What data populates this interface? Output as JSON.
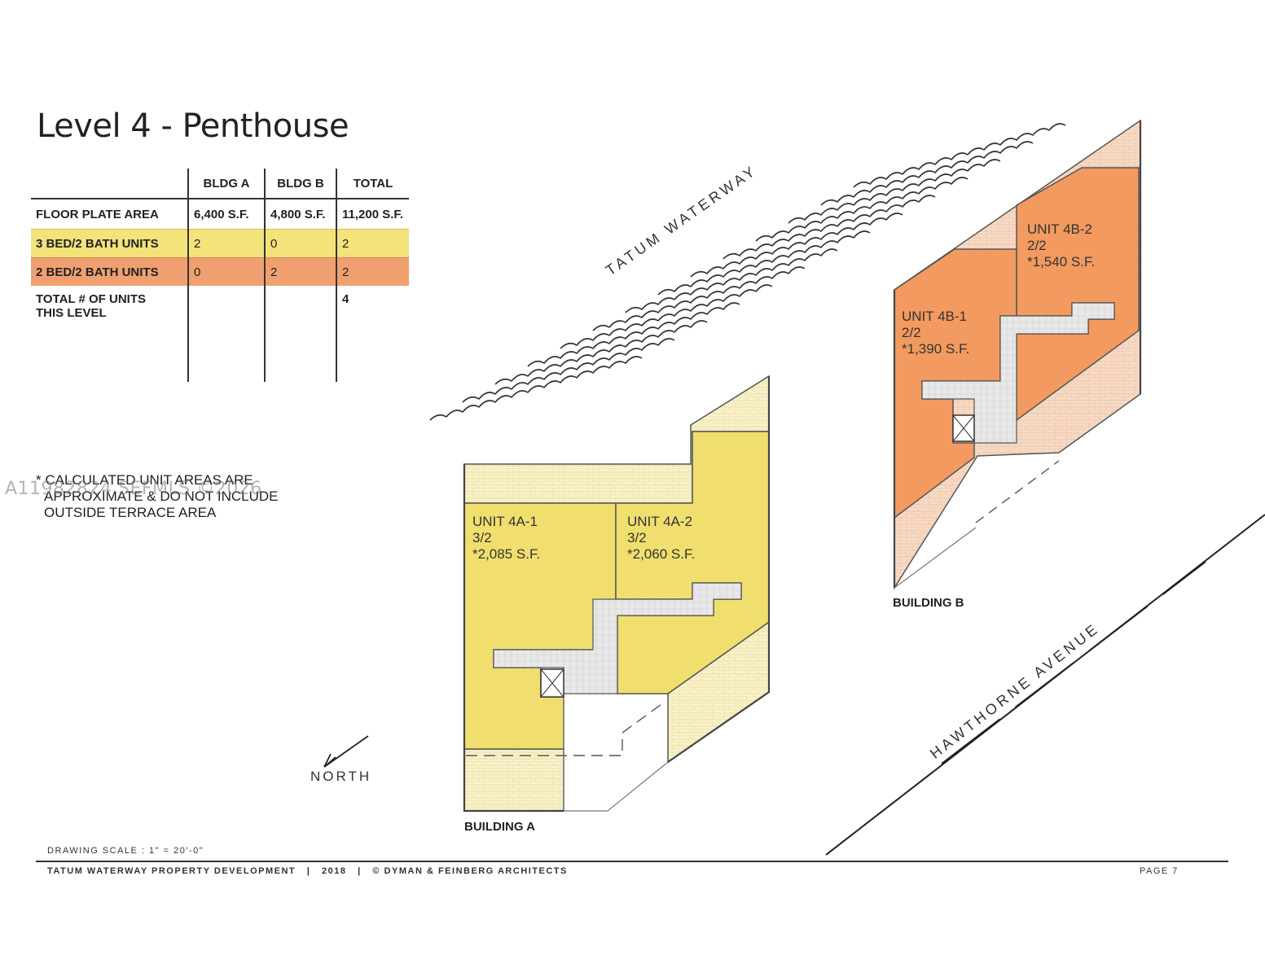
{
  "title": "Level 4 - Penthouse",
  "table": {
    "headers": [
      "",
      "BLDG A",
      "BLDG B",
      "TOTAL"
    ],
    "rows": [
      {
        "label": "FLOOR PLATE AREA",
        "a": "6,400 S.F.",
        "b": "4,800 S.F.",
        "total": "11,200 S.F."
      },
      {
        "label": "3 BED/2 BATH UNITS",
        "a": "2",
        "b": "0",
        "total": "2"
      },
      {
        "label": "2 BED/2 BATH UNITS",
        "a": "0",
        "b": "2",
        "total": "2"
      },
      {
        "label_line1": "TOTAL # OF UNITS",
        "label_line2": "THIS LEVEL",
        "a": "",
        "b": "",
        "total": "4"
      }
    ]
  },
  "note": {
    "line1": "* CALCULATED UNIT AREAS ARE",
    "line2": "APPROXIMATE & DO NOT INCLUDE",
    "line3": "OUTSIDE TERRACE AREA"
  },
  "watermark": "A11982824 SEFMLS ©2026",
  "labels": {
    "waterway": "TATUM WATERWAY",
    "avenue": "HAWTHORNE AVENUE",
    "north": "NORTH",
    "building_a": "BUILDING A",
    "building_b": "BUILDING B"
  },
  "units": {
    "u4a1": {
      "name": "UNIT 4A-1",
      "type": "3/2",
      "area": "*2,085 S.F."
    },
    "u4a2": {
      "name": "UNIT 4A-2",
      "type": "3/2",
      "area": "*2,060 S.F."
    },
    "u4b1": {
      "name": "UNIT 4B-1",
      "type": "2/2",
      "area": "*1,390 S.F."
    },
    "u4b2": {
      "name": "UNIT 4B-2",
      "type": "2/2",
      "area": "*1,540 S.F."
    }
  },
  "colors": {
    "three_bed": "#f3e37a",
    "two_bed": "#f39a62",
    "terrace_a": "#f8f1c8",
    "terrace_b": "#f7d9c4",
    "corridor": "#e6e6e6"
  },
  "footer": {
    "scale": "DRAWING SCALE : 1\" = 20'-0\"",
    "project": "TATUM WATERWAY PROPERTY DEVELOPMENT   |   2018   |   © DYMAN & FEINBERG ARCHITECTS",
    "page": "PAGE 7"
  }
}
